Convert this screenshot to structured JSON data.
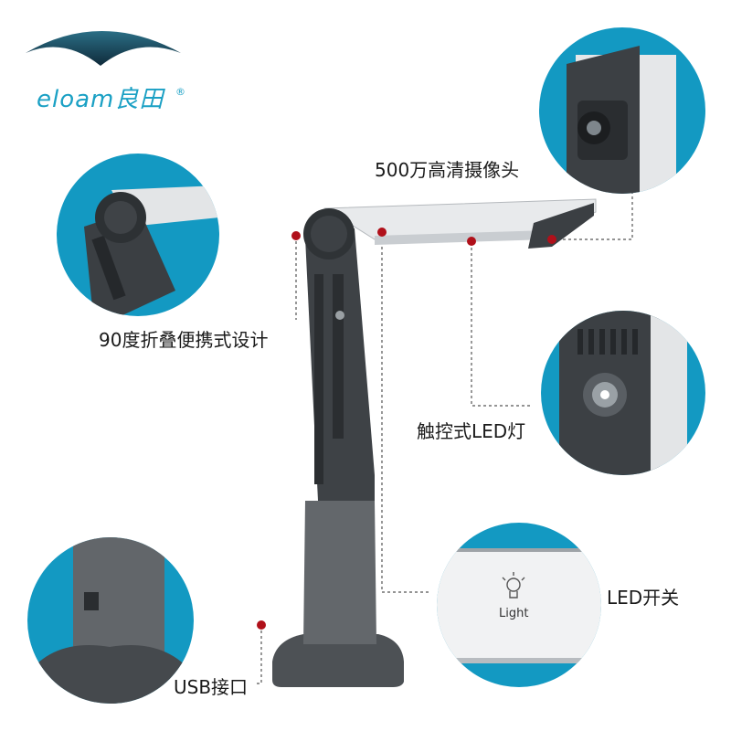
{
  "brand": {
    "name": "eloam良田",
    "registered": "®"
  },
  "callouts": {
    "camera": "500万高清摄像头",
    "folding": "90度折叠便携式设计",
    "led_touch": "触控式LED灯",
    "led_switch": "LED开关",
    "usb": "USB接口"
  },
  "switch_icon_text": "Light",
  "colors": {
    "accent_circle": "#1399c2",
    "dot": "#b0101a",
    "device_dark": "#555a5e"
  }
}
